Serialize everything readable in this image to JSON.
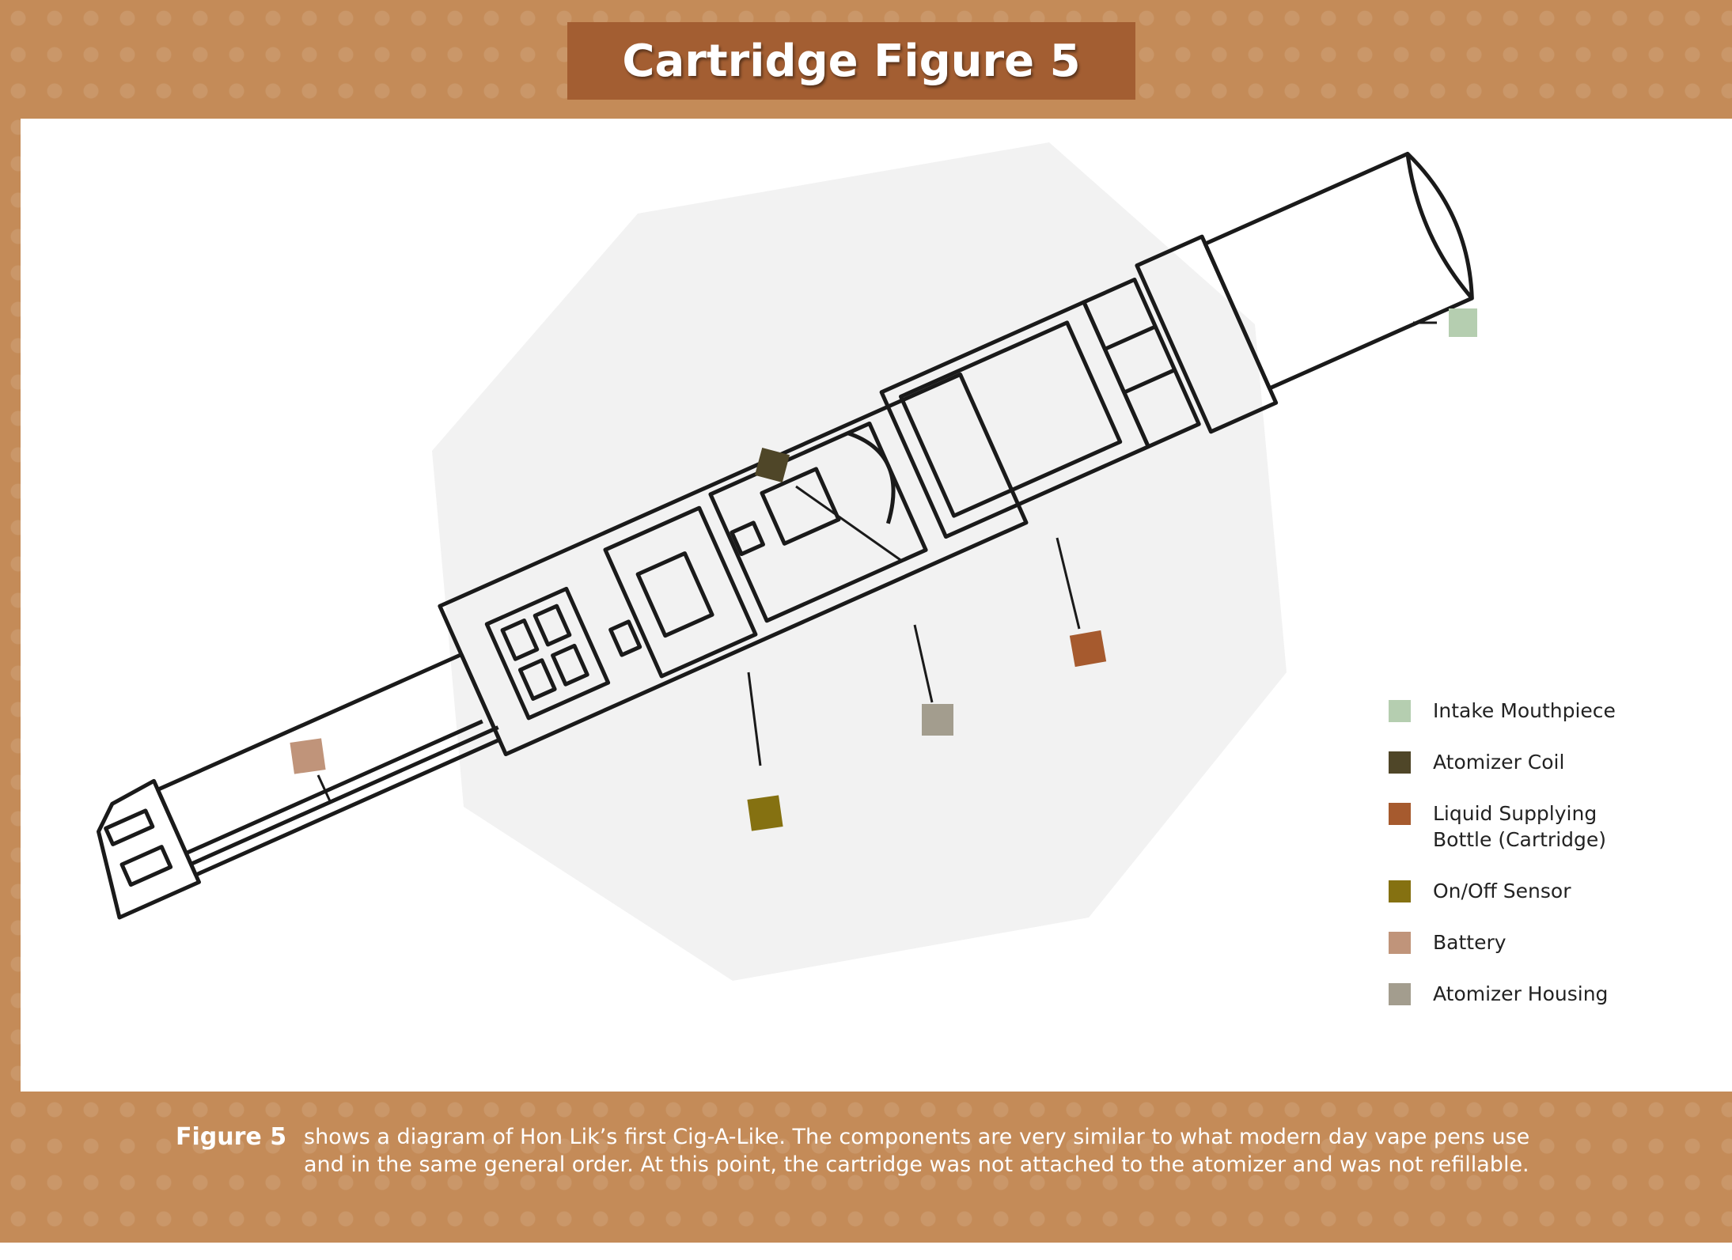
{
  "title": "Cartridge Figure 5",
  "legend": [
    {
      "label": "Intake Mouthpiece",
      "color": "#b5ceb0"
    },
    {
      "label": "Atomizer Coil",
      "color": "#4f4628"
    },
    {
      "label": "Liquid Supplying Bottle (Cartridge)",
      "color": "#a65a2e"
    },
    {
      "label": "On/Off Sensor",
      "color": "#857111"
    },
    {
      "label": "Battery",
      "color": "#c0947a"
    },
    {
      "label": "Atomizer Housing",
      "color": "#a39d8e"
    }
  ],
  "caption": {
    "label": "Figure 5",
    "body": "shows a diagram of Hon Lik’s first Cig-A-Like. The components are very similar to what modern day vape pens use and in the same general order. At this point, the cartridge was not attached to the atomizer and was not refillable."
  },
  "colors": {
    "frame": "#c48b58",
    "title_bg": "#a35e32",
    "line": "#1a1a1a"
  }
}
